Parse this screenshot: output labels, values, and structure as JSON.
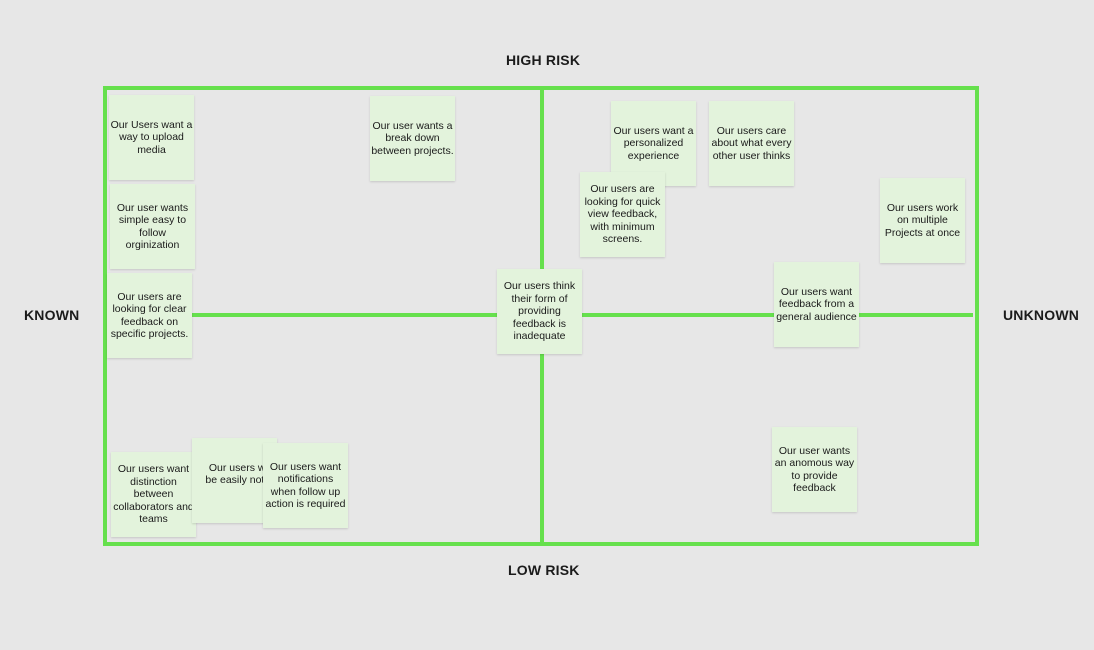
{
  "labels": {
    "top": "HIGH RISK",
    "bottom": "LOW RISK",
    "left": "KNOWN",
    "right": "UNKNOWN"
  },
  "colors": {
    "background": "#e7e7e7",
    "grid": "#66e04d",
    "note": "#e3f3dc"
  },
  "notes": {
    "upload_media": "Our Users want a\nway to upload\nmedia",
    "break_down": "Our user wants a\nbreak down\nbetween projects.",
    "simple_org": "Our user wants\nsimple easy to\nfollow\norginization",
    "clear_feedback": "Our users are\nlooking for clear\nfeedback on\nspecific projects.",
    "form_inadequate": "Our users think\ntheir form of\nproviding\nfeedback is\ninadequate",
    "personalized": "Our users want a\npersonalized\nexperience",
    "care_others": "Our users care\nabout what every\nother user thinks",
    "quick_view": "Our users are\nlooking for quick\nview feedback,\nwith minimum\nscreens.",
    "multiple_projects": "Our users work\non multiple\nProjects at once",
    "general_audience": "Our users want\nfeedback from a\ngeneral audience",
    "distinction": "Our users want\ndistinction\nbetween\ncollaborators and\nteams",
    "easily_notified": "Our users want\nbe easily notified",
    "notifications": "Our users want\nnotifications\nwhen follow up\naction is required",
    "anonymous": "Our user wants\nan anomous way\nto provide\nfeedback"
  }
}
